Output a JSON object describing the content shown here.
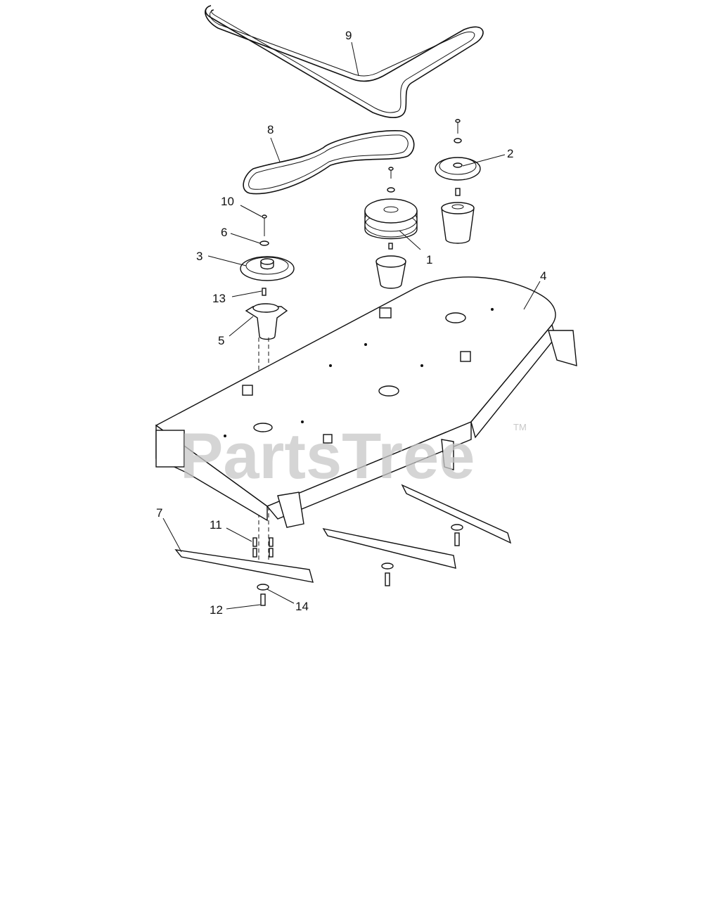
{
  "watermark": {
    "brand": "PartsTree",
    "trademark": "TM"
  },
  "callouts": [
    "1",
    "2",
    "3",
    "4",
    "5",
    "6",
    "7",
    "8",
    "9",
    "10",
    "11",
    "12",
    "13",
    "14"
  ]
}
